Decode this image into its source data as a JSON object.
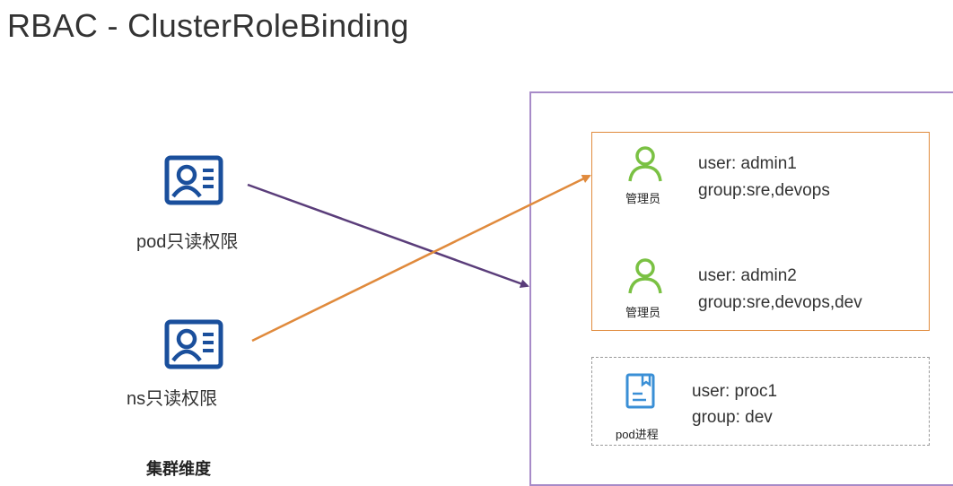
{
  "title": "RBAC - ClusterRoleBinding",
  "permissions": [
    {
      "label": "pod只读权限",
      "icon": "id-card-icon"
    },
    {
      "label": "ns只读权限",
      "icon": "id-card-icon"
    }
  ],
  "scope_label": "集群维度",
  "admins": [
    {
      "role": "管理员",
      "user": "user: admin1",
      "group": "group:sre,devops",
      "icon": "user-icon"
    },
    {
      "role": "管理员",
      "user": "user: admin2",
      "group": "group:sre,devops,dev",
      "icon": "user-icon"
    }
  ],
  "process": {
    "role": "pod进程",
    "user": "user: proc1",
    "group": "group: dev",
    "icon": "document-icon"
  },
  "colors": {
    "icon_blue": "#1a4f9c",
    "user_green": "#7ac143",
    "doc_blue": "#3a8fd6",
    "arrow_purple": "#5a3d7a",
    "arrow_orange": "#e08a3c",
    "cluster_border": "#a78bc8"
  }
}
